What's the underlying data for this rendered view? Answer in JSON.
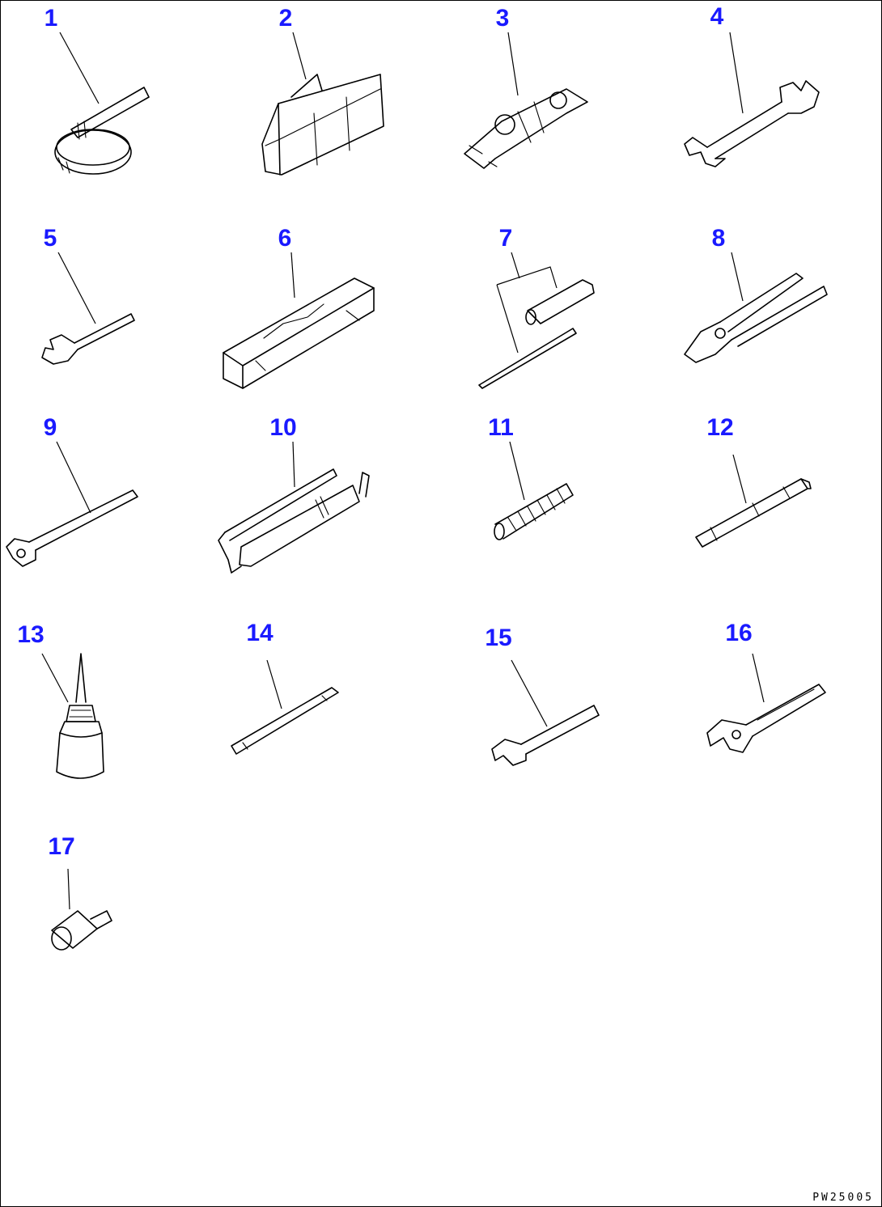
{
  "callout_color": "#1a1aff",
  "items": [
    {
      "number": "1",
      "icon": "filter-wrench-icon"
    },
    {
      "number": "2",
      "icon": "tool-bag-icon"
    },
    {
      "number": "3",
      "icon": "wrench-set-icon"
    },
    {
      "number": "4",
      "icon": "double-open-end-wrench-icon"
    },
    {
      "number": "5",
      "icon": "open-end-wrench-icon"
    },
    {
      "number": "6",
      "icon": "tool-case-icon"
    },
    {
      "number": "7",
      "icon": "screwdriver-icon"
    },
    {
      "number": "8",
      "icon": "pliers-icon"
    },
    {
      "number": "9",
      "icon": "socket-wrench-icon"
    },
    {
      "number": "10",
      "icon": "grease-gun-icon"
    },
    {
      "number": "11",
      "icon": "spring-icon"
    },
    {
      "number": "12",
      "icon": "extension-rod-icon"
    },
    {
      "number": "13",
      "icon": "oiler-can-icon"
    },
    {
      "number": "14",
      "icon": "bar-icon"
    },
    {
      "number": "15",
      "icon": "single-wrench-icon"
    },
    {
      "number": "16",
      "icon": "adjustable-wrench-icon"
    },
    {
      "number": "17",
      "icon": "adapter-icon"
    }
  ],
  "drawing_code": "PW25005"
}
